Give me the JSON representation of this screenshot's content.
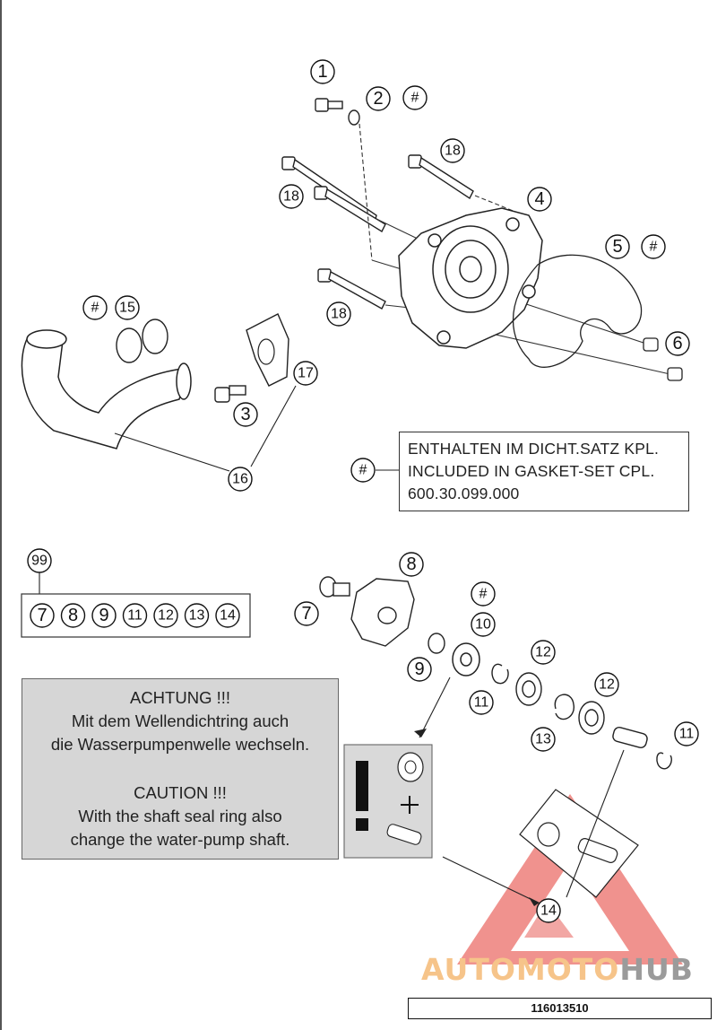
{
  "callouts": {
    "c1": "1",
    "c2": "2",
    "c3": "3",
    "c4": "4",
    "c5": "5",
    "c6": "6",
    "c7": "7",
    "c8": "8",
    "c9": "9",
    "c10": "10",
    "c11": "11",
    "c12": "12",
    "c13": "13",
    "c14": "14",
    "c15": "15",
    "c16": "16",
    "c17": "17",
    "c18": "18",
    "c99": "99",
    "hash": "#"
  },
  "kit_parts": [
    "7",
    "8",
    "9",
    "11",
    "12",
    "13",
    "14"
  ],
  "gasket_note": {
    "symbol": "#",
    "line_de": "ENTHALTEN IM DICHT.SATZ KPL.",
    "line_en": "INCLUDED IN GASKET-SET CPL.",
    "part_number": "600.30.099.000"
  },
  "caution": {
    "title_de": "ACHTUNG !!!",
    "text_de_1": "Mit dem Wellendichtring auch",
    "text_de_2": "die Wasserpumpenwelle wechseln.",
    "title_en": "CAUTION !!!",
    "text_en_1": "With the shaft seal ring also",
    "text_en_2": "change the water-pump shaft."
  },
  "exclamation_symbol": "!",
  "plus_symbol": "+",
  "watermark": {
    "part_a": "AUTOMOTO",
    "part_b": "HUB"
  },
  "doc_number": "116013510",
  "colors": {
    "watermark_red": "#e43a32",
    "watermark_orange": "#f6c48a",
    "watermark_gray": "#9b9b9b",
    "caution_bg": "#d6d6d6"
  }
}
